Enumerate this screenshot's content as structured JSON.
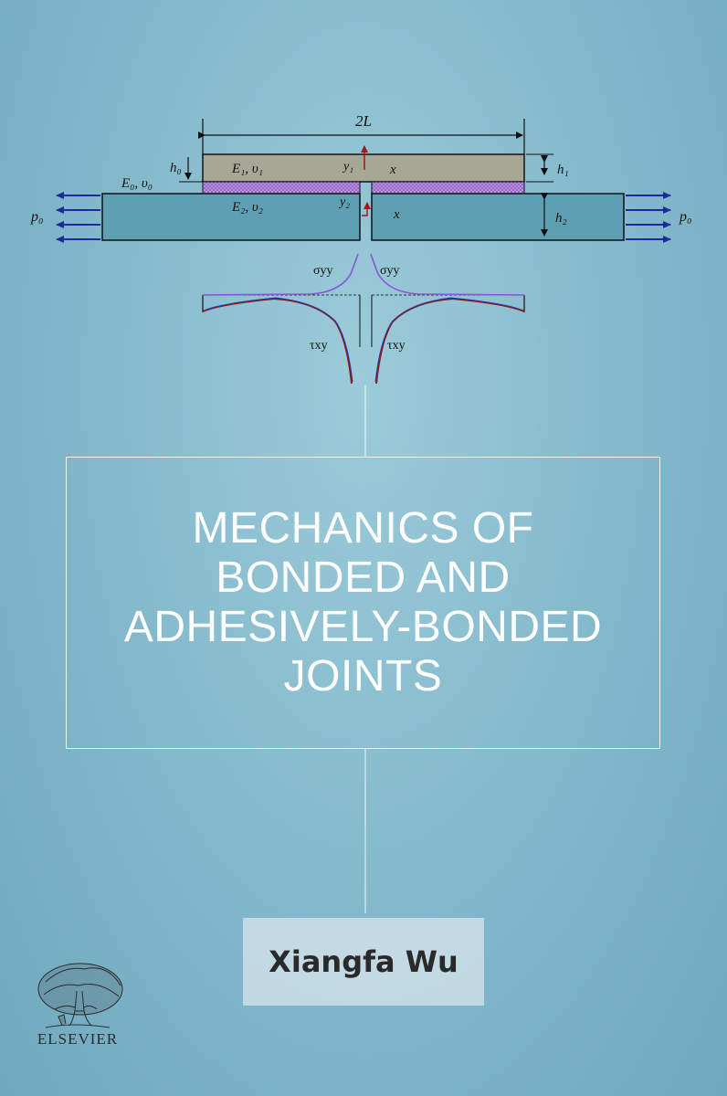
{
  "diagram": {
    "span_label": "2L",
    "upper_material": "E₁, υ₁",
    "lower_material": "E₂, υ₂",
    "adhesive_material": "E₀, υ₀",
    "adhesive_thickness": "h₀",
    "upper_thickness": "h₁",
    "lower_thickness": "h₂",
    "upper_y_axis": "y₁",
    "lower_y_axis": "y₂",
    "upper_x_axis": "x",
    "lower_x_axis": "x",
    "load_left": "p₀",
    "load_right": "p₀",
    "stress_normal_left": "σyy",
    "stress_normal_right": "σyy",
    "stress_shear_left": "τxy",
    "stress_shear_right": "τxy"
  },
  "title_lines": [
    "MECHANICS OF",
    "BONDED AND",
    "ADHESIVELY-BONDED",
    "JOINTS"
  ],
  "author": "Xiangfa Wu",
  "publisher": "ELSEVIER"
}
